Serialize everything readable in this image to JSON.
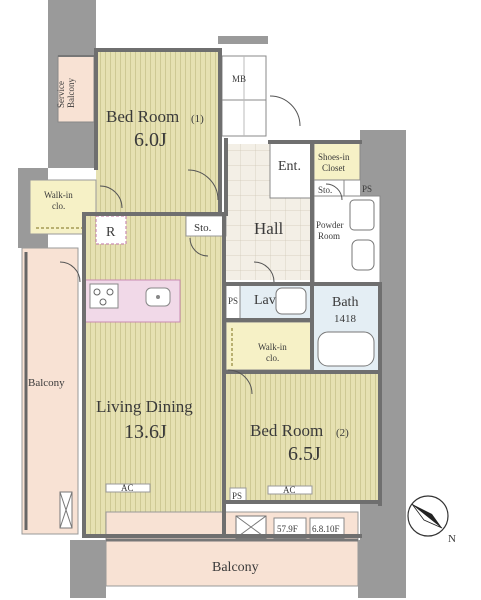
{
  "rooms": {
    "service_balcony": "Service\nBalcony",
    "bed1_name": "Bed Room",
    "bed1_num": "(1)",
    "bed1_size": "6.0J",
    "walkin1": "Walk-in\nclo.",
    "r_mark": "R",
    "mb": "MB",
    "ent": "Ent.",
    "shoes": "Shoes-in\nCloset",
    "sto_upper": "Sto.",
    "ps_upper": "PS",
    "sto_hall": "Sto.",
    "hall": "Hall",
    "powder": "Powder\nRoom",
    "ps_lav": "PS",
    "lav": "Lav",
    "bath": "Bath",
    "bath_size": "1418",
    "walkin2": "Walk-in\nclo.",
    "balcony_left": "Balcony",
    "living": "Living Dining",
    "living_size": "13.6J",
    "bed2_name": "Bed Room",
    "bed2_num": "(2)",
    "bed2_size": "6.5J",
    "ps_bottom": "PS",
    "ac": "AC",
    "tag1": "57.9F",
    "tag2": "6.8.10F",
    "balcony_bottom": "Balcony",
    "north": "N"
  },
  "colors": {
    "wood": "#e6e1b2",
    "wood_line": "#c9c38c",
    "wall": "#8a8a8a",
    "wall_dark": "#6f6f6f",
    "closet": "#f6f1c6",
    "kitchen": "#f1d9e8",
    "wet": "#e4eef4",
    "tile": "#f3efe6",
    "balcony": "#f8e2d4",
    "grey_block": "#9a9a9a"
  }
}
